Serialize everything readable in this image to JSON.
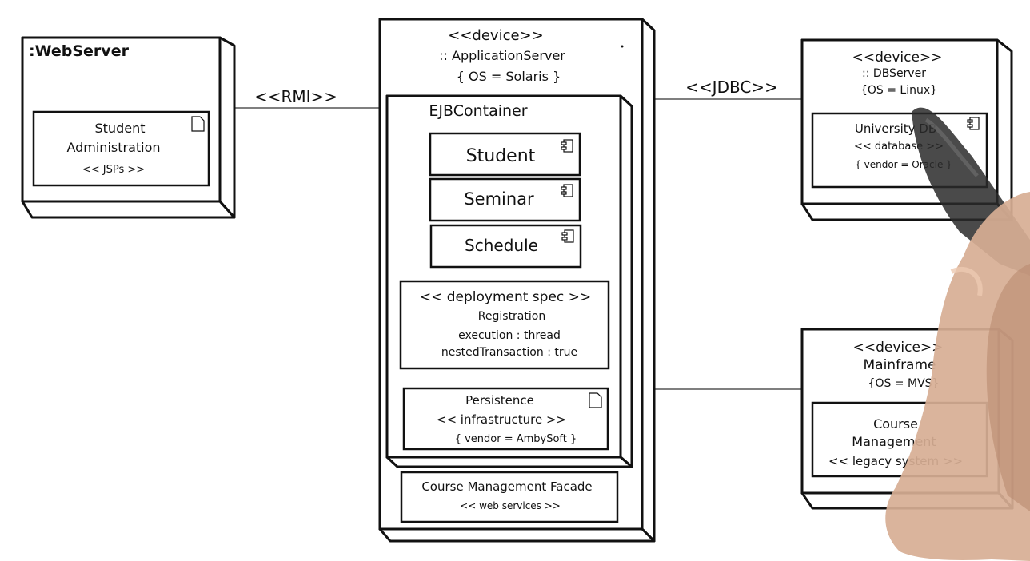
{
  "connections": {
    "rmi_label": "<<RMI>>",
    "jdbc_label": "<<JDBC>>"
  },
  "web_server": {
    "title": ":WebServer",
    "artifact": {
      "line1": "Student",
      "line2": "Administration",
      "stereotype": "<< JSPs >>"
    }
  },
  "app_server": {
    "stereotype": "<<device>>",
    "name": ":: ApplicationServer",
    "constraint": "{ OS = Solaris }",
    "ejb_container": {
      "title": "EJBContainer",
      "components": [
        {
          "label": "Student"
        },
        {
          "label": "Seminar"
        },
        {
          "label": "Schedule"
        }
      ],
      "deployment_spec": {
        "stereotype": "<< deployment spec >>",
        "name": "Registration",
        "line1": "execution : thread",
        "line2": "nestedTransaction : true"
      },
      "persistence": {
        "name": "Persistence",
        "stereotype": "<< infrastructure >>",
        "constraint": "{ vendor = AmbySoft }"
      }
    },
    "facade": {
      "name": "Course Management Facade",
      "stereotype": "<< web services >>"
    }
  },
  "db_server": {
    "stereotype": "<<device>>",
    "name": ":: DBServer",
    "constraint": "{OS = Linux}",
    "database": {
      "name": "University DB",
      "stereotype": "<< database >>",
      "constraint": "{ vendor = Oracle }"
    }
  },
  "mainframe": {
    "stereotype": "<<device>>",
    "name": "Mainframe",
    "constraint": "{OS = MVS}",
    "system": {
      "line1": "Course",
      "line2": "Management",
      "stereotype": "<< legacy system >>"
    }
  }
}
